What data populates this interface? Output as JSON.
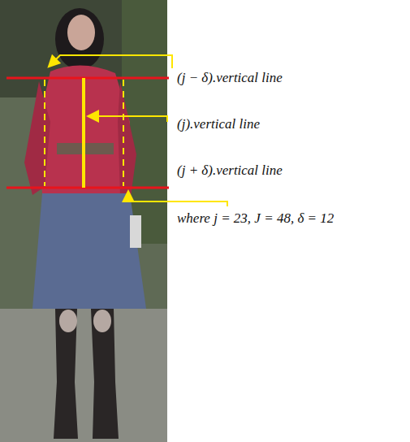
{
  "diagram": {
    "labels": [
      "(j − δ).vertical line",
      "(j).vertical line",
      "(j + δ).vertical line",
      "where j = 23, J = 48, δ = 12"
    ]
  }
}
